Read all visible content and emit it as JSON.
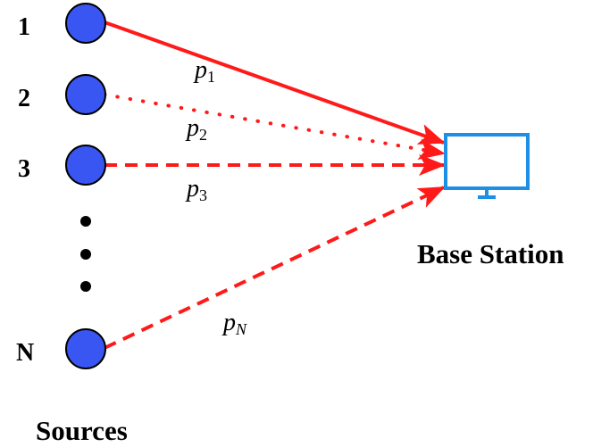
{
  "colors": {
    "node_fill": "#3a56f2",
    "node_stroke": "#000000",
    "link": "#ff1a1a",
    "base_station": "#1e8fe6",
    "text": "#000000"
  },
  "sources": {
    "title": "Sources",
    "nodes": [
      {
        "label": "1",
        "link_style": "solid"
      },
      {
        "label": "2",
        "link_style": "dotted"
      },
      {
        "label": "3",
        "link_style": "dashed"
      },
      {
        "label": "N",
        "link_style": "dashed"
      }
    ],
    "ellipsis_dots": 3
  },
  "links": [
    {
      "symbol": "p",
      "subscript": "1"
    },
    {
      "symbol": "p",
      "subscript": "2"
    },
    {
      "symbol": "p",
      "subscript": "3"
    },
    {
      "symbol": "p",
      "subscript": "N"
    }
  ],
  "base_station": {
    "label": "Base Station",
    "icon": "monitor-icon"
  }
}
